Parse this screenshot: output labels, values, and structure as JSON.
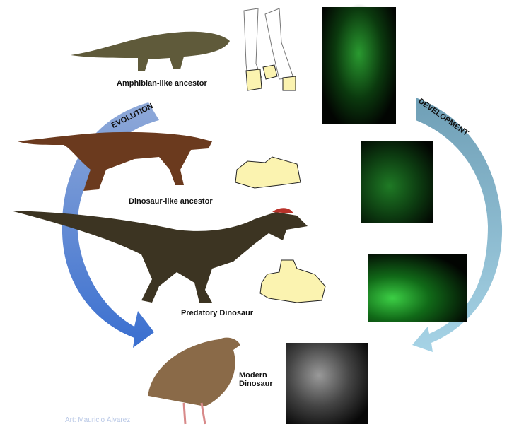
{
  "arrows": {
    "evolution": {
      "label": "EVOLUTION",
      "color": "#5b86cf"
    },
    "development": {
      "label": "DEVELOPMENT",
      "color": "#7fb3c9"
    }
  },
  "stages": [
    {
      "label": "Amphibian-like ancestor"
    },
    {
      "label": "Dinosaur-like ancestor"
    },
    {
      "label": "Predatory Dinosaur"
    },
    {
      "label": "Modern Dinosaur"
    }
  ],
  "bone_fill": "#fbf3b0",
  "credit": "Art: Mauricio Álvarez"
}
